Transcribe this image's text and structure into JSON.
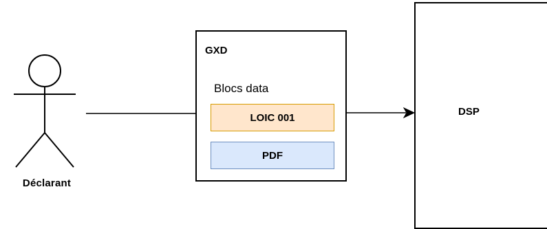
{
  "actor": {
    "label": "Déclarant"
  },
  "gxd": {
    "title": "GXD",
    "subtitle": "Blocs data",
    "blocks": [
      {
        "label": "LOIC 001",
        "fill": "#ffe6cc",
        "stroke": "#d79b00"
      },
      {
        "label": "PDF",
        "fill": "#dae8fc",
        "stroke": "#6c8ebf"
      }
    ]
  },
  "dsp": {
    "label": "DSP"
  },
  "colors": {
    "line": "#000000",
    "background": "#ffffff"
  }
}
